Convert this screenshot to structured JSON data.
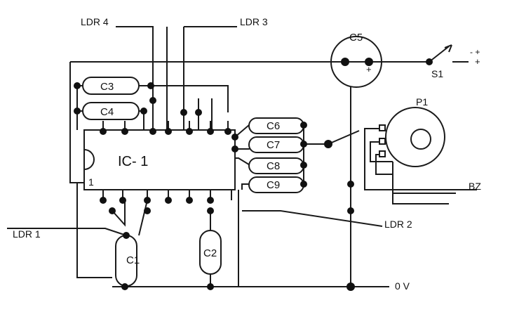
{
  "diagram": {
    "ic": {
      "name": "IC- 1",
      "pin1": "1"
    },
    "capacitors": [
      "C1",
      "C2",
      "C3",
      "C4",
      "C5",
      "C6",
      "C7",
      "C8",
      "C9"
    ],
    "sensors": [
      "LDR 1",
      "LDR 2",
      "LDR 3",
      "LDR 4"
    ],
    "switch": "S1",
    "pot": "P1",
    "buzzer": "BZ",
    "ground": "0 V",
    "polarity_mark": "+",
    "supply_mark": "+",
    "supply_sign": "- +"
  },
  "colors": {
    "ink": "#111111",
    "paper": "#ffffff"
  }
}
